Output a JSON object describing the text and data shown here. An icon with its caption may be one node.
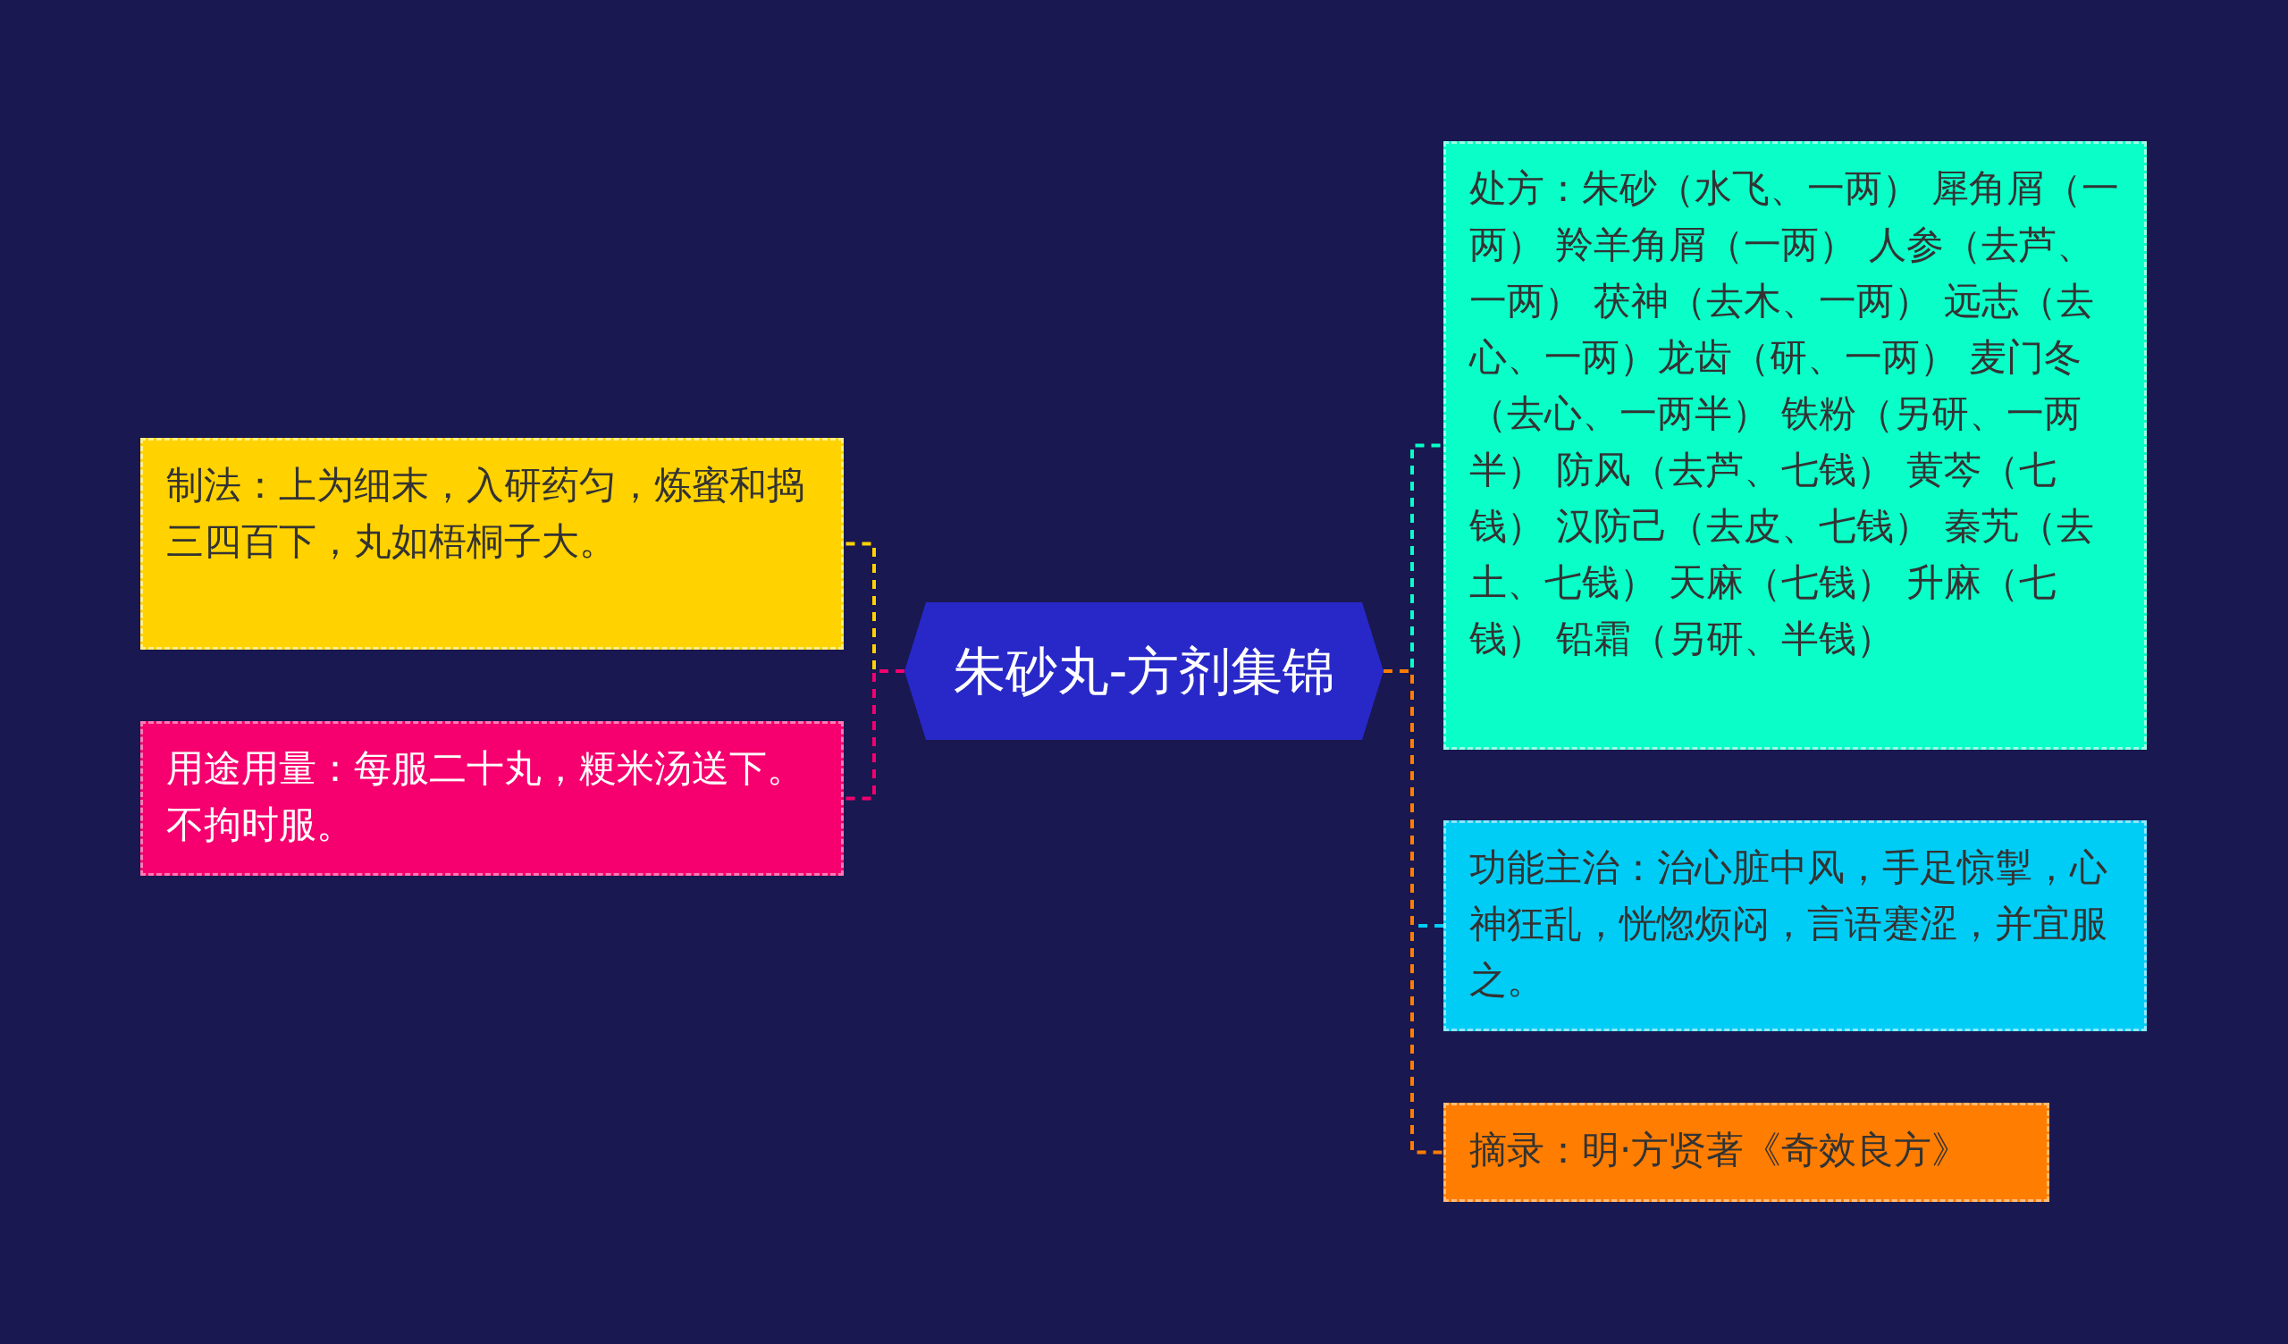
{
  "diagram": {
    "nodes": [
      {
        "text": [
          "朱砂丸-方剂集锦"
        ]
      },
      {
        "text": [
          "制法：上为细末，入研药匀，炼蜜和捣三四百下，丸如梧桐子大。"
        ]
      },
      {
        "text": [
          "用途用量：每服二十丸，粳米汤送下。不拘时服。"
        ]
      },
      {
        "text": [
          "处方：朱砂（水飞、一两） 犀角屑（一两） 羚羊角屑（一两） 人参（去芦、一两） 茯神（去木、一两） 远志（去心、一两）龙齿（研、一两） 麦门冬（去心、一两半） 铁粉（另研、一两半） 防风（去芦、七钱） 黄芩（七钱） 汉防己（去皮、七钱） 秦艽（去土、七钱） 天麻（七钱） 升麻（七钱） 铅霜（另研、半钱）"
        ]
      },
      {
        "text": [
          "功能主治：治心脏中风，手足惊掣，心神狂乱，恍惚烦闷，言语蹇涩，并宜服之。"
        ]
      },
      {
        "text": [
          "摘录：明·方贤著《奇效良方》"
        ]
      }
    ],
    "edges": [
      {
        "from": 0,
        "to": 1,
        "arrow": "none",
        "style": "dashed",
        "color": "#ffd200"
      },
      {
        "from": 0,
        "to": 2,
        "arrow": "none",
        "style": "dashed",
        "color": "#f5006e"
      },
      {
        "from": 0,
        "to": 3,
        "arrow": "none",
        "style": "dashed",
        "color": "#0affc8"
      },
      {
        "from": 0,
        "to": 4,
        "arrow": "none",
        "style": "dashed",
        "color": "#00cdf5"
      },
      {
        "from": 0,
        "to": 5,
        "arrow": "none",
        "style": "dashed",
        "color": "#ff7d00"
      }
    ]
  }
}
